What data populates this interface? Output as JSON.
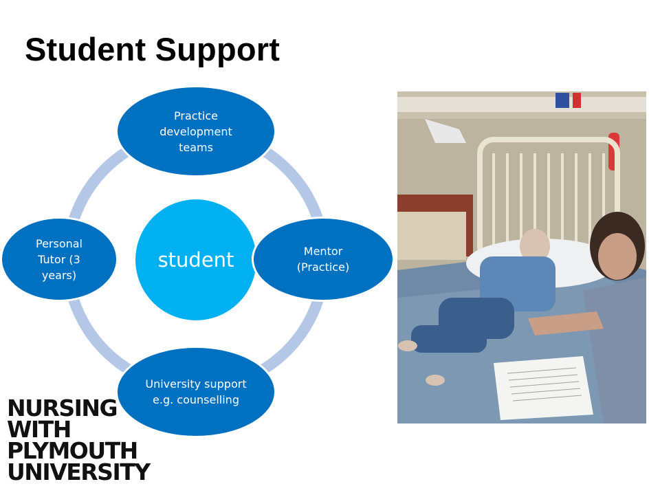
{
  "slide": {
    "title": "Student Support"
  },
  "diagram": {
    "center": "student",
    "nodes": {
      "top": "Practice development teams",
      "right": "Mentor (Practice)",
      "bottom": "University support e.g. counselling",
      "left": "Personal Tutor (3 years)"
    },
    "colors": {
      "center": "#00b0f0",
      "node": "#0070c0",
      "ring": "#b4c7e7"
    }
  },
  "photo": {
    "description_icon": "photo-simulation-ward"
  },
  "logo": {
    "line1": "NURSING",
    "line2": "WITH",
    "line3": "PLYMOUTH",
    "line4": "UNIVERSITY"
  }
}
